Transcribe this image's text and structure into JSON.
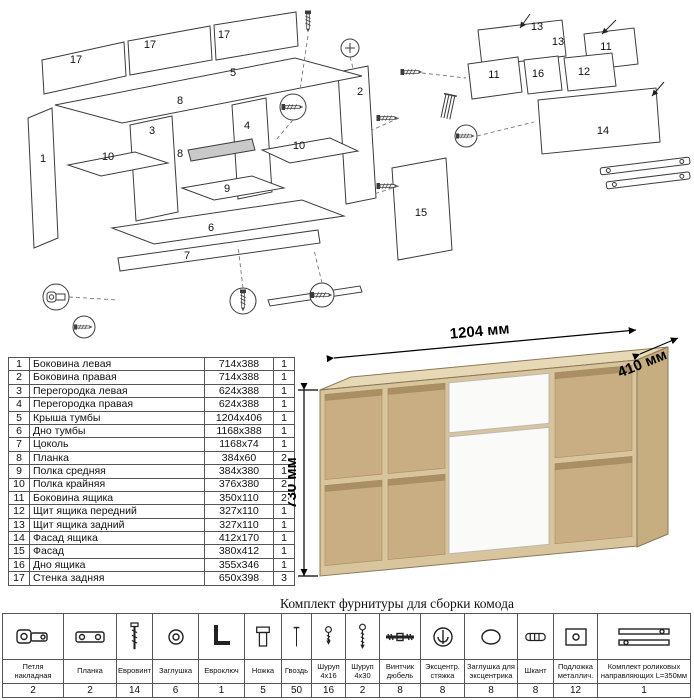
{
  "diagram": {
    "labels": [
      "17",
      "17",
      "17",
      "5",
      "1",
      "3",
      "10",
      "8",
      "4",
      "8",
      "9",
      "10",
      "2",
      "6",
      "7",
      "15",
      "13",
      "13",
      "11",
      "11",
      "16",
      "12",
      "14"
    ]
  },
  "render": {
    "width_label": "1204 мм",
    "depth_label": "410 мм",
    "height_label": "730 мм",
    "colors": {
      "wood": "#d9c59d",
      "wood_side": "#c7ae81",
      "wood_top": "#e7d9b6",
      "interior": "#c8ae82",
      "front_white": "#fafaf8"
    }
  },
  "parts_table": {
    "rows": [
      {
        "num": "1",
        "name": "Боковина левая",
        "size": "714x388",
        "qty": "1"
      },
      {
        "num": "2",
        "name": "Боковина правая",
        "size": "714x388",
        "qty": "1"
      },
      {
        "num": "3",
        "name": "Перегородка левая",
        "size": "624x388",
        "qty": "1"
      },
      {
        "num": "4",
        "name": "Перегородка правая",
        "size": "624x388",
        "qty": "1"
      },
      {
        "num": "5",
        "name": "Крыша тумбы",
        "size": "1204x406",
        "qty": "1"
      },
      {
        "num": "6",
        "name": "Дно тумбы",
        "size": "1168x388",
        "qty": "1"
      },
      {
        "num": "7",
        "name": "Цоколь",
        "size": "1168x74",
        "qty": "1"
      },
      {
        "num": "8",
        "name": "Планка",
        "size": "384x60",
        "qty": "2"
      },
      {
        "num": "9",
        "name": "Полка средняя",
        "size": "384x380",
        "qty": "1"
      },
      {
        "num": "10",
        "name": "Полка крайняя",
        "size": "376x380",
        "qty": "2"
      },
      {
        "num": "11",
        "name": "Боковина ящика",
        "size": "350x110",
        "qty": "2"
      },
      {
        "num": "12",
        "name": "Щит ящика передний",
        "size": "327x110",
        "qty": "1"
      },
      {
        "num": "13",
        "name": "Щит ящика задний",
        "size": "327x110",
        "qty": "1"
      },
      {
        "num": "14",
        "name": "Фасад ящика",
        "size": "412x170",
        "qty": "1"
      },
      {
        "num": "15",
        "name": "Фасад",
        "size": "380x412",
        "qty": "1"
      },
      {
        "num": "16",
        "name": "Дно ящика",
        "size": "355x346",
        "qty": "1"
      },
      {
        "num": "17",
        "name": "Стенка задняя",
        "size": "650x398",
        "qty": "3"
      }
    ]
  },
  "hardware": {
    "title": "Комплект фурнитуры для сборки комода",
    "items": [
      {
        "label": "Петля накладная",
        "qty": "2"
      },
      {
        "label": "Планка",
        "qty": "2"
      },
      {
        "label": "Евровинт",
        "qty": "14"
      },
      {
        "label": "Заглушка",
        "qty": "6"
      },
      {
        "label": "Евроключ",
        "qty": "1"
      },
      {
        "label": "Ножка",
        "qty": "5"
      },
      {
        "label": "Гвоздь",
        "qty": "50"
      },
      {
        "label": "Шуруп 4x16",
        "qty": "16"
      },
      {
        "label": "Шуруп 4x30",
        "qty": "2"
      },
      {
        "label": "Винтчик дюбель",
        "qty": "8"
      },
      {
        "label": "Эксцентр. стяжка",
        "qty": "8"
      },
      {
        "label": "Заглушка для эксцентрика",
        "qty": "8"
      },
      {
        "label": "Шкант",
        "qty": "8"
      },
      {
        "label": "Подложка металлич.",
        "qty": "12"
      },
      {
        "label": "Комплект роликовых направляющих L=350мм",
        "qty": "1"
      }
    ]
  }
}
